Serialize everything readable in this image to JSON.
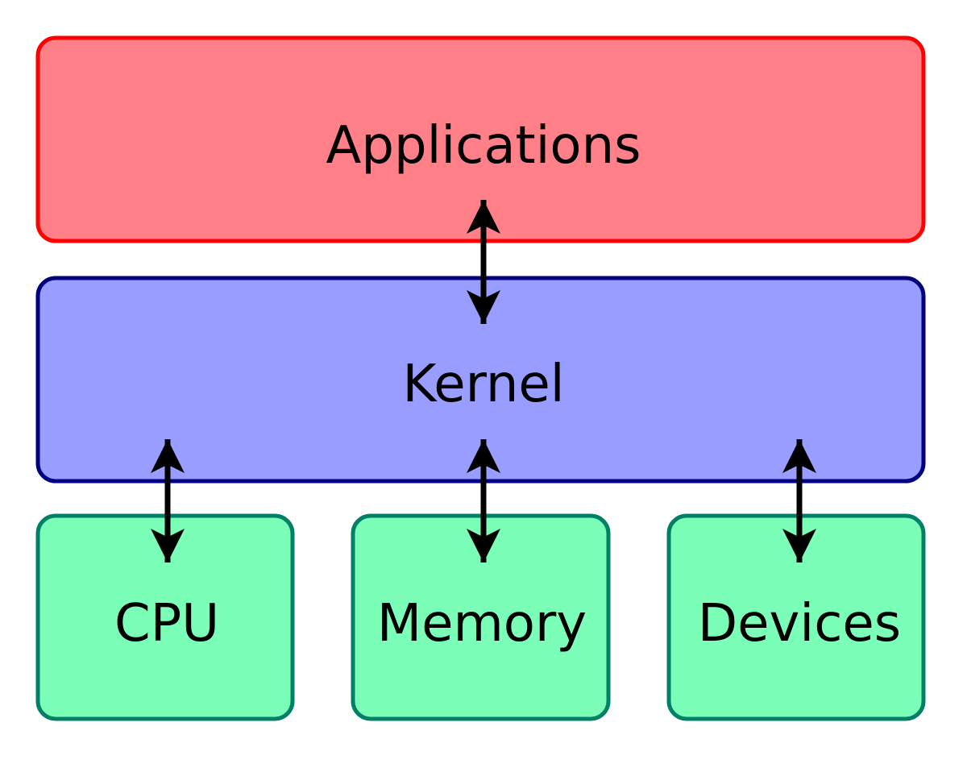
{
  "layers": {
    "applications": {
      "label": "Applications",
      "fill": "#ff8088",
      "stroke": "#ff0000"
    },
    "kernel": {
      "label": "Kernel",
      "fill": "#999dff",
      "stroke": "#000080"
    },
    "hardware": [
      {
        "label": "CPU",
        "fill": "#7bffb8",
        "stroke": "#008066"
      },
      {
        "label": "Memory",
        "fill": "#7bffb8",
        "stroke": "#008066"
      },
      {
        "label": "Devices",
        "fill": "#7bffb8",
        "stroke": "#008066"
      }
    ]
  },
  "arrow_color": "#000000",
  "connections": [
    {
      "from": "Applications",
      "to": "Kernel",
      "bidirectional": true
    },
    {
      "from": "Kernel",
      "to": "CPU",
      "bidirectional": true
    },
    {
      "from": "Kernel",
      "to": "Memory",
      "bidirectional": true
    },
    {
      "from": "Kernel",
      "to": "Devices",
      "bidirectional": true
    }
  ]
}
